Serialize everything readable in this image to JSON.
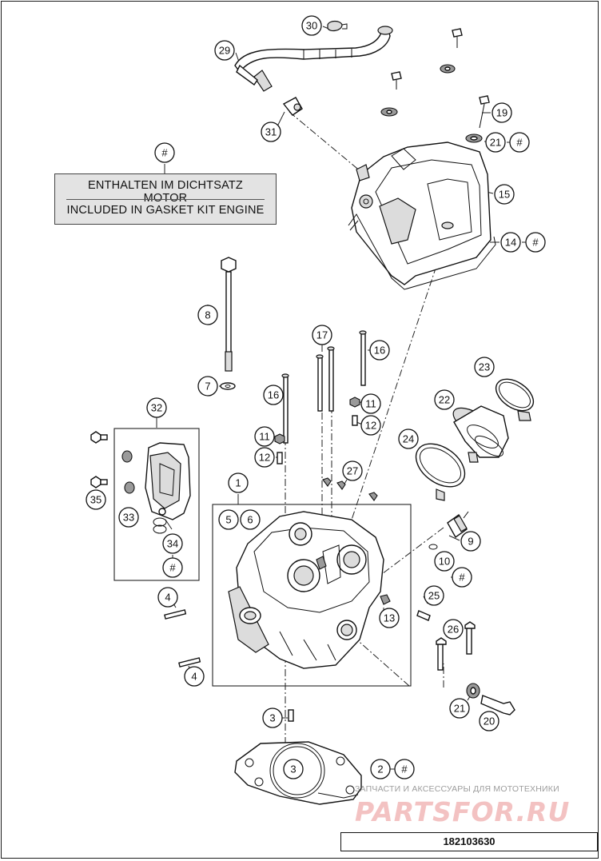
{
  "gasket_note": {
    "marker": "#",
    "line_de": "ENTHALTEN IM DICHTSATZ MOTOR",
    "line_en": "INCLUDED IN GASKET KIT ENGINE"
  },
  "callouts": [
    {
      "id": "c30",
      "label": "30"
    },
    {
      "id": "c29",
      "label": "29"
    },
    {
      "id": "c31",
      "label": "31"
    },
    {
      "id": "c19",
      "label": "19"
    },
    {
      "id": "c21a",
      "label": "21"
    },
    {
      "id": "c21a_hash",
      "label": "#"
    },
    {
      "id": "c15",
      "label": "15"
    },
    {
      "id": "c14",
      "label": "14"
    },
    {
      "id": "c14_hash",
      "label": "#"
    },
    {
      "id": "c8",
      "label": "8"
    },
    {
      "id": "c7",
      "label": "7"
    },
    {
      "id": "c17",
      "label": "17"
    },
    {
      "id": "c16a",
      "label": "16"
    },
    {
      "id": "c16b",
      "label": "16"
    },
    {
      "id": "c11a",
      "label": "11"
    },
    {
      "id": "c12a",
      "label": "12"
    },
    {
      "id": "c11b",
      "label": "11"
    },
    {
      "id": "c12b",
      "label": "12"
    },
    {
      "id": "c23",
      "label": "23"
    },
    {
      "id": "c22",
      "label": "22"
    },
    {
      "id": "c24",
      "label": "24"
    },
    {
      "id": "c27",
      "label": "27"
    },
    {
      "id": "c32",
      "label": "32"
    },
    {
      "id": "c35",
      "label": "35"
    },
    {
      "id": "c33",
      "label": "33"
    },
    {
      "id": "c34",
      "label": "34"
    },
    {
      "id": "c34_hash",
      "label": "#"
    },
    {
      "id": "c1",
      "label": "1"
    },
    {
      "id": "c5",
      "label": "5"
    },
    {
      "id": "c6",
      "label": "6"
    },
    {
      "id": "c9",
      "label": "9"
    },
    {
      "id": "c10",
      "label": "10"
    },
    {
      "id": "c10_hash",
      "label": "#"
    },
    {
      "id": "c25",
      "label": "25"
    },
    {
      "id": "c13",
      "label": "13"
    },
    {
      "id": "c26",
      "label": "26"
    },
    {
      "id": "c4a",
      "label": "4"
    },
    {
      "id": "c4b",
      "label": "4"
    },
    {
      "id": "c21b",
      "label": "21"
    },
    {
      "id": "c20",
      "label": "20"
    },
    {
      "id": "c3a",
      "label": "3"
    },
    {
      "id": "c3b",
      "label": "3"
    },
    {
      "id": "c2",
      "label": "2"
    },
    {
      "id": "c2_hash",
      "label": "#"
    }
  ],
  "watermark": {
    "caption": "ЗАПЧАСТИ И АКСЕССУАРЫ ДЛЯ МОТОТЕХНИКИ",
    "logo": "PARTSFOR.RU"
  },
  "drawing_number": "182103630"
}
